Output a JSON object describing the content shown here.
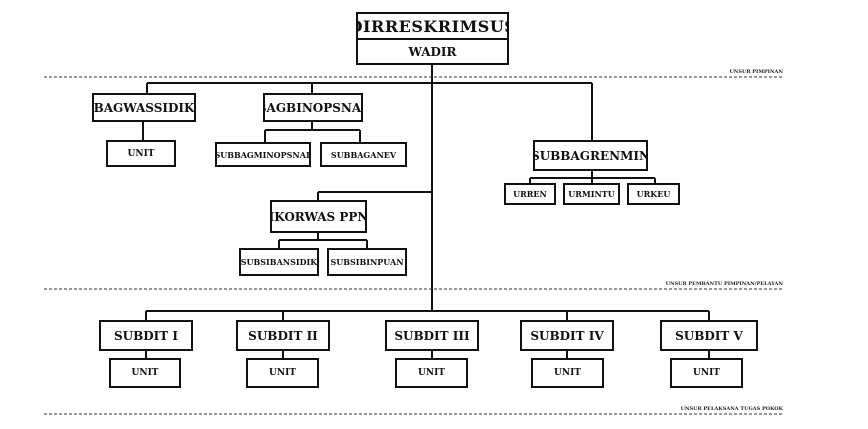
{
  "top": {
    "head": "DIRRESKRIMSUS",
    "deputy": "WADIR"
  },
  "separators": {
    "leadership": "UNSUR PIMPINAN",
    "support": "UNSUR  PEMBANTU PIMPINAN/PELAYAN",
    "executive": "UNSUR PELAKSANA TUGAS POKOK"
  },
  "bagwassidik": {
    "label": "BAGWASSIDIK",
    "unit": "UNIT"
  },
  "bagbinopsnal": {
    "label": "BAGBINOPSNAL",
    "children": [
      "SUBBAGMINOPSNAL",
      "SUBBAGANEV"
    ]
  },
  "subbagrenmin": {
    "label": "SUBBAGRENMIN",
    "children": [
      "URREN",
      "URMINTU",
      "URKEU"
    ]
  },
  "sikorwas": {
    "label": "SIKORWAS PPNS",
    "children": [
      "SUBSIBANSIDIK",
      "SUBSIBINPUAN"
    ]
  },
  "subdits": [
    {
      "label": "SUBDIT I",
      "unit": "UNIT"
    },
    {
      "label": "SUBDIT II",
      "unit": "UNIT"
    },
    {
      "label": "SUBDIT III",
      "unit": "UNIT"
    },
    {
      "label": "SUBDIT IV",
      "unit": "UNIT"
    },
    {
      "label": "SUBDIT V",
      "unit": "UNIT"
    }
  ]
}
